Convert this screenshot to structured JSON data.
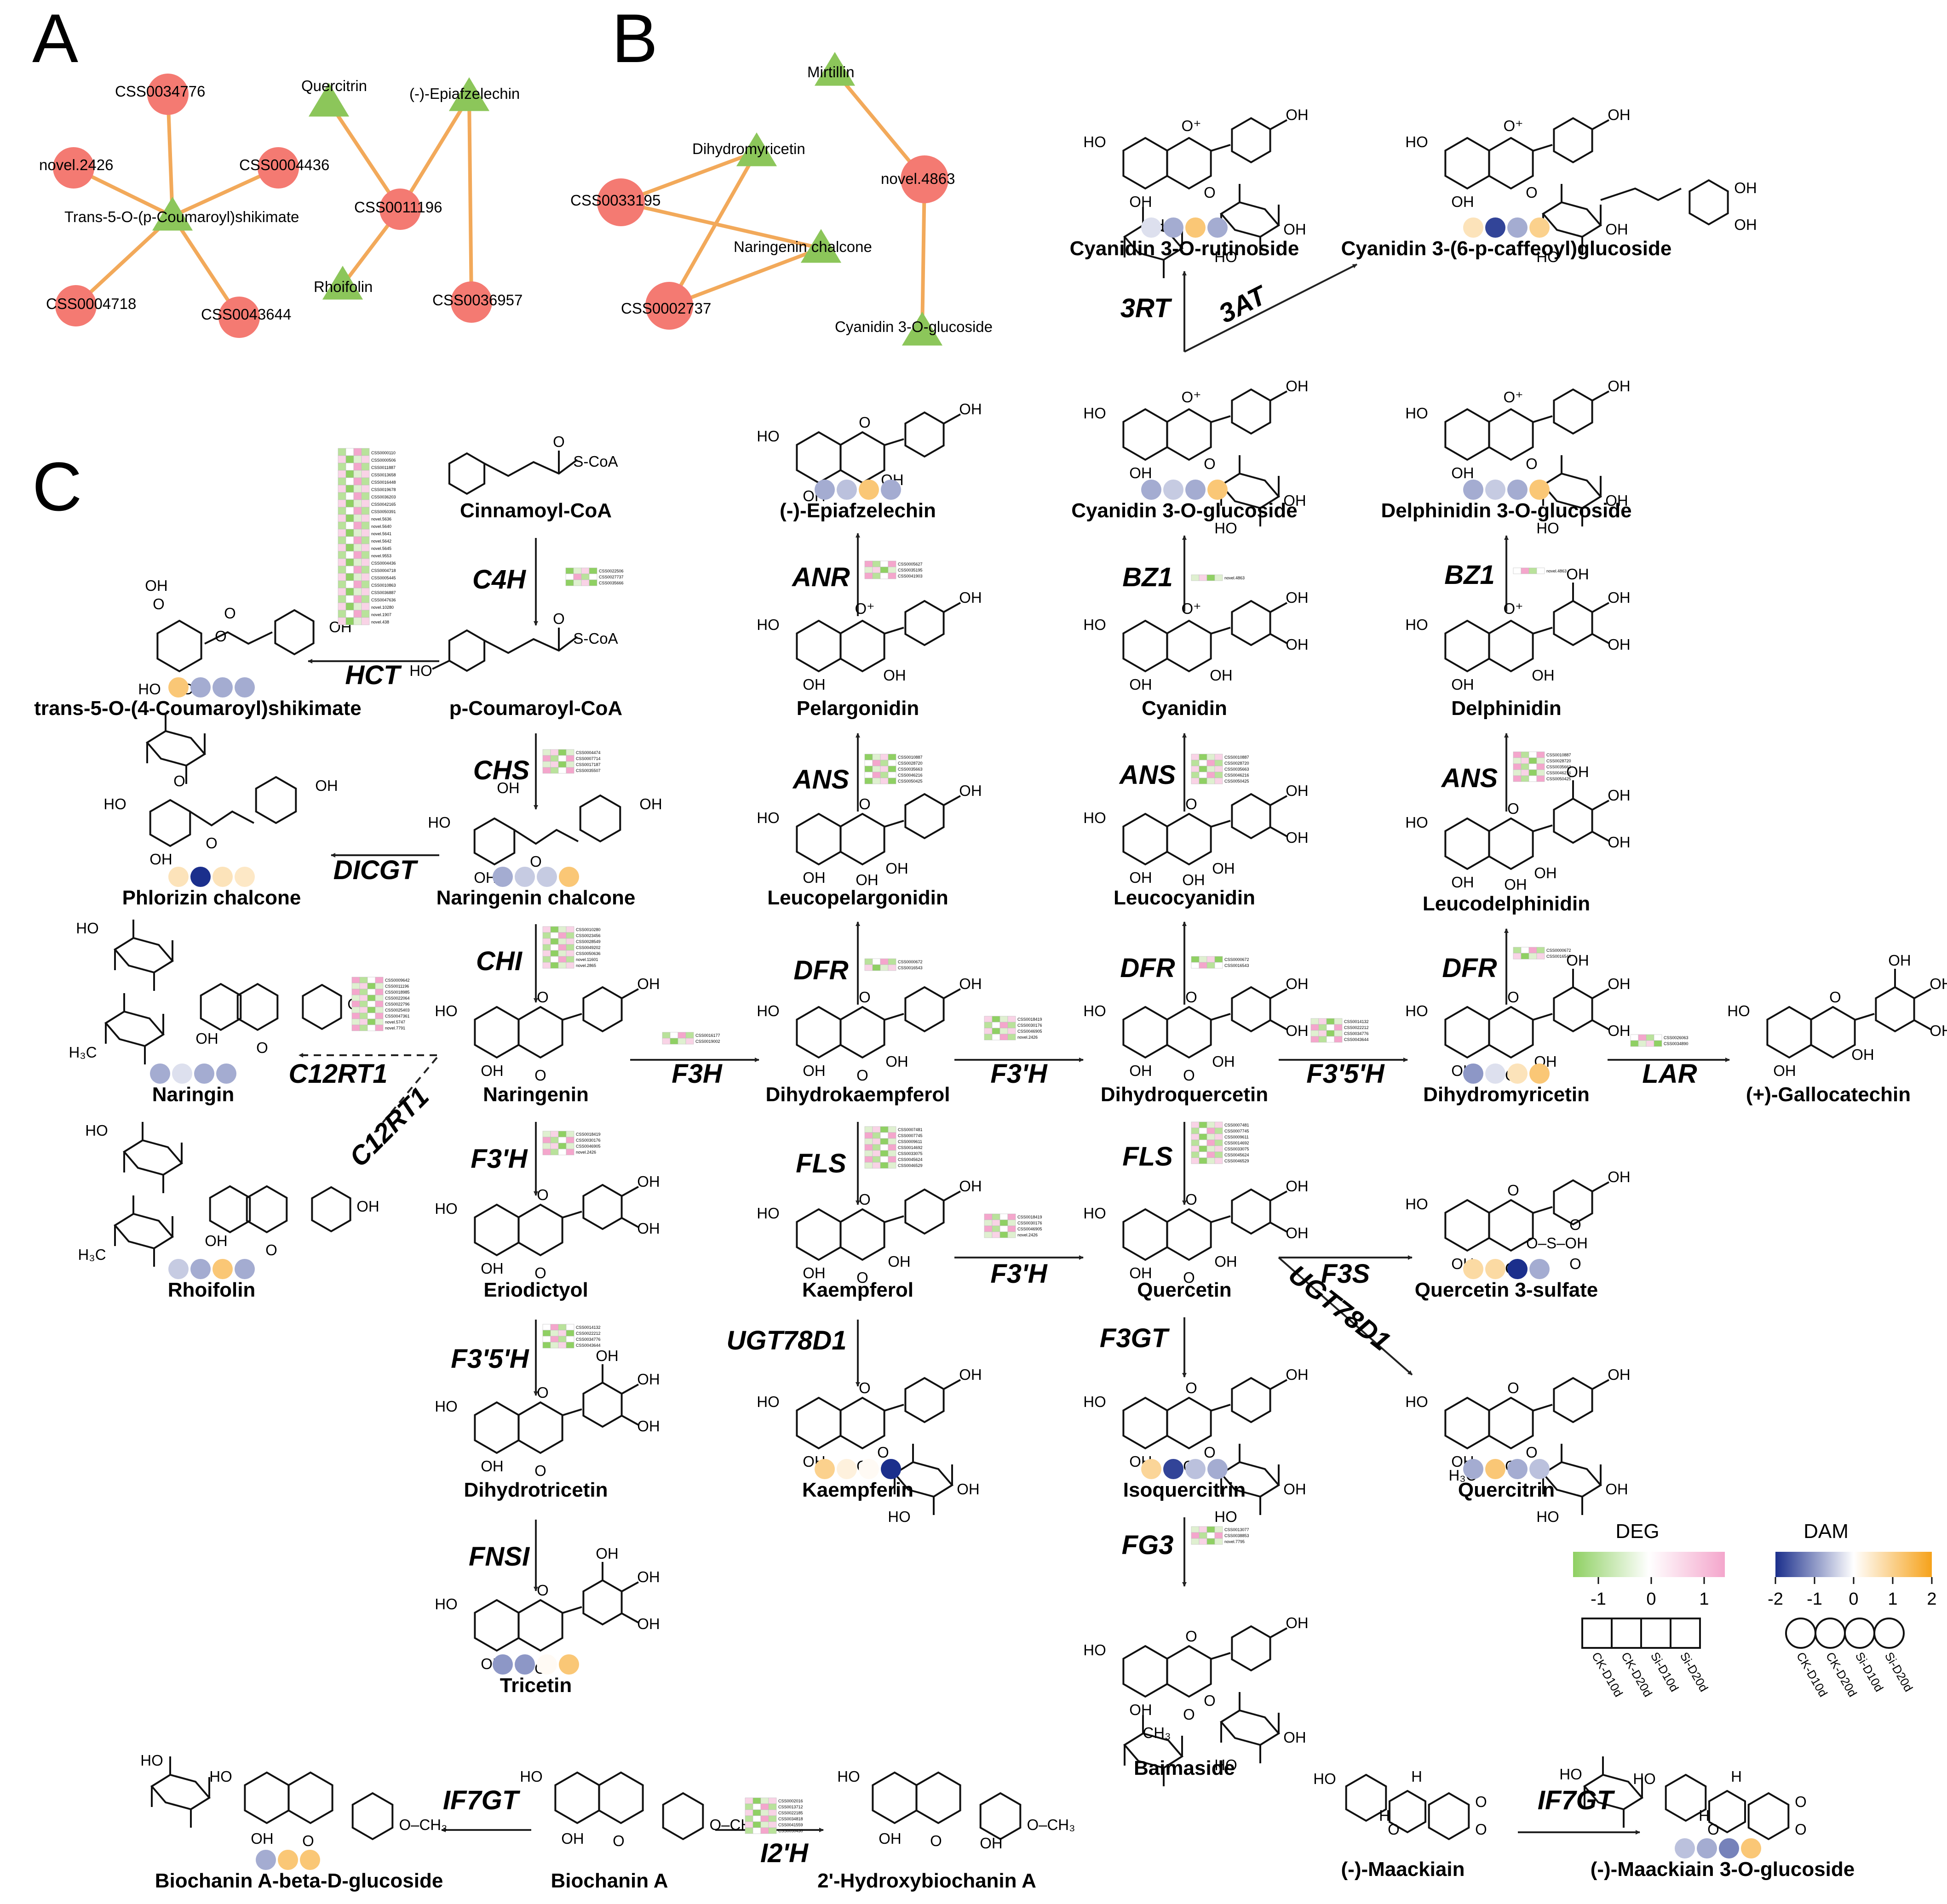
{
  "panel_labels": [
    "A",
    "B",
    "C"
  ],
  "network_a": {
    "nodes": [
      {
        "id": "CSS0034776",
        "kind": "gene"
      },
      {
        "id": "novel.2426",
        "kind": "gene"
      },
      {
        "id": "CSS0004436",
        "kind": "gene"
      },
      {
        "id": "CSS0004718",
        "kind": "gene"
      },
      {
        "id": "CSS0043644",
        "kind": "gene"
      },
      {
        "id": "CSS0011196",
        "kind": "gene"
      },
      {
        "id": "CSS0036957",
        "kind": "gene"
      },
      {
        "id": "Trans-5-O-(p-Coumaroyl)shikimate",
        "kind": "metabolite"
      },
      {
        "id": "Quercitrin",
        "kind": "metabolite"
      },
      {
        "id": "(-)-Epiafzelechin",
        "kind": "metabolite"
      },
      {
        "id": "Rhoifolin",
        "kind": "metabolite"
      }
    ],
    "edges": [
      [
        "Trans-5-O-(p-Coumaroyl)shikimate",
        "CSS0034776"
      ],
      [
        "Trans-5-O-(p-Coumaroyl)shikimate",
        "novel.2426"
      ],
      [
        "Trans-5-O-(p-Coumaroyl)shikimate",
        "CSS0004436"
      ],
      [
        "Trans-5-O-(p-Coumaroyl)shikimate",
        "CSS0004718"
      ],
      [
        "Trans-5-O-(p-Coumaroyl)shikimate",
        "CSS0043644"
      ],
      [
        "Quercitrin",
        "CSS0011196"
      ],
      [
        "(-)-Epiafzelechin",
        "CSS0011196"
      ],
      [
        "(-)-Epiafzelechin",
        "CSS0036957"
      ],
      [
        "Rhoifolin",
        "CSS0011196"
      ]
    ]
  },
  "network_b": {
    "nodes": [
      {
        "id": "CSS0033195",
        "kind": "gene"
      },
      {
        "id": "CSS0002737",
        "kind": "gene"
      },
      {
        "id": "novel.4863",
        "kind": "gene"
      },
      {
        "id": "Dihydromyricetin",
        "kind": "metabolite"
      },
      {
        "id": "Naringenin chalcone",
        "kind": "metabolite"
      },
      {
        "id": "Mirtillin",
        "kind": "metabolite"
      },
      {
        "id": "Cyanidin 3-O-glucoside",
        "kind": "metabolite"
      }
    ],
    "edges": [
      [
        "Dihydromyricetin",
        "CSS0033195"
      ],
      [
        "Dihydromyricetin",
        "CSS0002737"
      ],
      [
        "Naringenin chalcone",
        "CSS0033195"
      ],
      [
        "Naringenin chalcone",
        "CSS0002737"
      ],
      [
        "Mirtillin",
        "novel.4863"
      ],
      [
        "Cyanidin 3-O-glucoside",
        "novel.4863"
      ]
    ]
  },
  "compounds": [
    {
      "key": "cinnamoyl",
      "name": "Cinnamoyl-CoA"
    },
    {
      "key": "pcoumaroyl",
      "name": "p-Coumaroyl-CoA"
    },
    {
      "key": "shikimate",
      "name": "trans-5-O-(4-Coumaroyl)shikimate",
      "dam": [
        1.2,
        -0.8,
        -0.8,
        -0.8
      ]
    },
    {
      "key": "narchal",
      "name": "Naringenin chalcone",
      "dam": [
        -0.8,
        -0.5,
        -0.5,
        1.2
      ]
    },
    {
      "key": "phlorizin",
      "name": "Phlorizin chalcone",
      "dam": [
        0.6,
        -2,
        0.6,
        0.5
      ]
    },
    {
      "key": "naringenin",
      "name": "Naringenin"
    },
    {
      "key": "naringin",
      "name": "Naringin",
      "dam": [
        -0.8,
        -0.3,
        -0.8,
        -0.8
      ]
    },
    {
      "key": "rhoifolin",
      "name": "Rhoifolin",
      "dam": [
        -0.5,
        -0.8,
        1.2,
        -0.8
      ]
    },
    {
      "key": "eriodictyol",
      "name": "Eriodictyol"
    },
    {
      "key": "dihydrotricetin",
      "name": "Dihydrotricetin"
    },
    {
      "key": "tricetin",
      "name": "Tricetin",
      "dam": [
        -1,
        -1,
        0.1,
        1.2
      ]
    },
    {
      "key": "epiafzelechin",
      "name": "(-)-Epiafzelechin",
      "dam": [
        -0.8,
        -0.6,
        1.2,
        -0.8
      ]
    },
    {
      "key": "pelargonidin",
      "name": "Pelargonidin"
    },
    {
      "key": "leucopelargonidin",
      "name": "Leucopelargonidin"
    },
    {
      "key": "dihydrokaempferol",
      "name": "Dihydrokaempferol"
    },
    {
      "key": "kaempferol",
      "name": "Kaempferol"
    },
    {
      "key": "kaempferin",
      "name": "Kaempferin",
      "dam": [
        1,
        0.3,
        0.1,
        -2
      ]
    },
    {
      "key": "cy3rut",
      "name": "Cyanidin 3-O-rutinoside",
      "dam": [
        -0.3,
        -0.8,
        1.2,
        -0.8
      ]
    },
    {
      "key": "cy3caf",
      "name": "Cyanidin 3-(6-p-caffeoyl)glucoside",
      "dam": [
        0.6,
        -1.8,
        -0.8,
        1
      ]
    },
    {
      "key": "cy3glc",
      "name": "Cyanidin 3-O-glucoside",
      "dam": [
        -0.8,
        -0.5,
        -0.8,
        1.2
      ]
    },
    {
      "key": "dp3glc",
      "name": "Delphinidin 3-O-glucoside",
      "dam": [
        -0.8,
        -0.5,
        -0.8,
        1.2
      ]
    },
    {
      "key": "cyanidin",
      "name": "Cyanidin"
    },
    {
      "key": "delphinidin",
      "name": "Delphinidin"
    },
    {
      "key": "leucocyanidin",
      "name": "Leucocyanidin"
    },
    {
      "key": "leucodelphinidin",
      "name": "Leucodelphinidin"
    },
    {
      "key": "dihydroquercetin",
      "name": "Dihydroquercetin"
    },
    {
      "key": "dihydromyricetin",
      "name": "Dihydromyricetin",
      "dam": [
        -1,
        -0.3,
        0.6,
        1.2
      ]
    },
    {
      "key": "gallocatechin",
      "name": "(+)-Gallocatechin"
    },
    {
      "key": "quercetin",
      "name": "Quercetin"
    },
    {
      "key": "q3sulfate",
      "name": "Quercetin 3-sulfate",
      "dam": [
        0.8,
        0.8,
        -2,
        -0.8
      ]
    },
    {
      "key": "quercitrin",
      "name": "Quercitrin",
      "dam": [
        -0.8,
        1.2,
        -0.8,
        -0.6
      ]
    },
    {
      "key": "isoquercitrin",
      "name": "Isoquercitrin",
      "dam": [
        0.9,
        -1.8,
        -0.6,
        -0.8
      ]
    },
    {
      "key": "baimaside",
      "name": "Baimaside"
    },
    {
      "key": "biochaninglc",
      "name": "Biochanin A-beta-D-glucoside",
      "dam": [
        -0.8,
        1.2,
        1.2,
        0
      ]
    },
    {
      "key": "biochanin",
      "name": "Biochanin A"
    },
    {
      "key": "hydroxybiochanin",
      "name": "2'-Hydroxybiochanin A"
    },
    {
      "key": "maackiain",
      "name": "(-)-Maackiain"
    },
    {
      "key": "maackiainglc",
      "name": "(-)-Maackiain 3-O-glucoside",
      "dam": [
        -0.6,
        -0.8,
        -1.2,
        1.2
      ]
    }
  ],
  "enzymes": [
    {
      "key": "c4h",
      "name": "C4H",
      "genes": [
        "CSS0022506",
        "CSS0027737",
        "CSS0035666"
      ]
    },
    {
      "key": "hct",
      "name": "HCT",
      "genes": [
        "CSS0000110",
        "CSS0000506",
        "CSS0011887",
        "CSS0013658",
        "CSS0016448",
        "CSS0019678",
        "CSS0036203",
        "CSS0042165",
        "CSS0050391",
        "novel.5636",
        "novel.5640",
        "novel.5641",
        "novel.5642",
        "novel.5645",
        "novel.9553",
        "CSS0004436",
        "CSS0004718",
        "CSS0005445",
        "CSS0010863",
        "CSS0036887",
        "CSS0047636",
        "novel.10280",
        "novel.1907",
        "novel.438"
      ]
    },
    {
      "key": "chs",
      "name": "CHS",
      "genes": [
        "CSS0004474",
        "CSS0007714",
        "CSS0017187",
        "CSS0035507"
      ]
    },
    {
      "key": "dicgt",
      "name": "DICGT",
      "genes": []
    },
    {
      "key": "chi",
      "name": "CHI",
      "genes": [
        "CSS0010280",
        "CSS0023456",
        "CSS0028549",
        "CSS0049202",
        "CSS0050636",
        "novel.11601",
        "novel.2865"
      ]
    },
    {
      "key": "c12rt1",
      "name": "C12RT1",
      "genes": [
        "CSS0009642",
        "CSS0011196",
        "CSS0018985",
        "CSS0022064",
        "CSS0022796",
        "CSS0025403",
        "CSS0047361",
        "novel.5747",
        "novel.7791"
      ]
    },
    {
      "key": "c12rt1b",
      "name": "C12RT1",
      "genes": []
    },
    {
      "key": "f3h",
      "name": "F3H",
      "genes": [
        "CSS0016177",
        "CSS0019002"
      ]
    },
    {
      "key": "f3ph_nar",
      "name": "F3'H",
      "genes": [
        "CSS0018419",
        "CSS0030176",
        "CSS0046905",
        "novel.2426"
      ]
    },
    {
      "key": "f35h_erio",
      "name": "F3'5'H",
      "genes": [
        "CSS0014132",
        "CSS0022212",
        "CSS0034776",
        "CSS0043644"
      ]
    },
    {
      "key": "fnsi",
      "name": "FNSI",
      "genes": []
    },
    {
      "key": "anr",
      "name": "ANR",
      "genes": [
        "CSS0005627",
        "CSS0035195",
        "CSS0041903"
      ]
    },
    {
      "key": "ans_pel",
      "name": "ANS",
      "genes": [
        "CSS0010887",
        "CSS0028720",
        "CSS0035663",
        "CSS0046216",
        "CSS0050425"
      ]
    },
    {
      "key": "dfr_pel",
      "name": "DFR",
      "genes": [
        "CSS0000672",
        "CSS0016543"
      ]
    },
    {
      "key": "fls_dhk",
      "name": "FLS",
      "genes": [
        "CSS0007481",
        "CSS0007745",
        "CSS0009611",
        "CSS0014692",
        "CSS0033075",
        "CSS0045624",
        "CSS0046529"
      ]
    },
    {
      "key": "ugt78d1_k",
      "name": "UGT78D1",
      "genes": []
    },
    {
      "key": "f3ph_dhk",
      "name": "F3'H",
      "genes": [
        "CSS0018419",
        "CSS0030176",
        "CSS0046905",
        "novel.2426"
      ]
    },
    {
      "key": "f3ph_kae",
      "name": "F3'H",
      "genes": [
        "CSS0018419",
        "CSS0030176",
        "CSS0046905",
        "novel.2426"
      ]
    },
    {
      "key": "rt3",
      "name": "3RT",
      "genes": []
    },
    {
      "key": "at3",
      "name": "3AT",
      "genes": []
    },
    {
      "key": "bz1_cy",
      "name": "BZ1",
      "genes": [
        "novel.4863"
      ]
    },
    {
      "key": "bz1_dp",
      "name": "BZ1",
      "genes": [
        "novel.4863"
      ]
    },
    {
      "key": "ans_cy",
      "name": "ANS",
      "genes": [
        "CSS0010887",
        "CSS0028720",
        "CSS0035663",
        "CSS0046216",
        "CSS0050425"
      ]
    },
    {
      "key": "ans_dp",
      "name": "ANS",
      "genes": [
        "CSS0010887",
        "CSS0028720",
        "CSS0035663",
        "CSS0046216",
        "CSS0050425"
      ]
    },
    {
      "key": "dfr_cy",
      "name": "DFR",
      "genes": [
        "CSS0000672",
        "CSS0016543"
      ]
    },
    {
      "key": "dfr_dp",
      "name": "DFR",
      "genes": [
        "CSS0000672",
        "CSS0016543"
      ]
    },
    {
      "key": "f35h_dhq",
      "name": "F3'5'H",
      "genes": [
        "CSS0014132",
        "CSS0022212",
        "CSS0034776",
        "CSS0043644"
      ]
    },
    {
      "key": "lar",
      "name": "LAR",
      "genes": [
        "CSS0026063",
        "CSS0034890"
      ]
    },
    {
      "key": "fls_dhq",
      "name": "FLS",
      "genes": [
        "CSS0007481",
        "CSS0007745",
        "CSS0009611",
        "CSS0014692",
        "CSS0033075",
        "CSS0045624",
        "CSS0046529"
      ]
    },
    {
      "key": "f3s",
      "name": "F3S",
      "genes": []
    },
    {
      "key": "ugt78d1_q",
      "name": "UGT78D1",
      "genes": []
    },
    {
      "key": "f3gt",
      "name": "F3GT",
      "genes": []
    },
    {
      "key": "fg3",
      "name": "FG3",
      "genes": [
        "CSS0013077",
        "CSS0038853",
        "novel.7795"
      ]
    },
    {
      "key": "if7gt_b",
      "name": "IF7GT",
      "genes": []
    },
    {
      "key": "i2h",
      "name": "I2'H",
      "genes": [
        "CSS0002016",
        "CSS0013712",
        "CSS0022185",
        "CSS0034818",
        "CSS0041559",
        "CSS0050430"
      ]
    },
    {
      "key": "if7gt_m",
      "name": "IF7GT",
      "genes": []
    }
  ],
  "legend": {
    "deg": {
      "title": "DEG",
      "ticks": [
        "-1",
        "0",
        "1"
      ],
      "colors": [
        "#8fd063",
        "#ffffff",
        "#f4a6cc"
      ]
    },
    "dam": {
      "title": "DAM",
      "ticks": [
        "-2",
        "-1",
        "0",
        "1",
        "2"
      ],
      "colors": [
        "#1b2f8c",
        "#ffffff",
        "#f6a21a"
      ]
    },
    "samples": [
      "CK-D10d",
      "CK-D20d",
      "Si-D10d",
      "Si-D20d"
    ]
  },
  "colors": {
    "gene_node": "#f47a72",
    "metabolite_node": "#8cc65a",
    "edge": "#f2a95a"
  }
}
